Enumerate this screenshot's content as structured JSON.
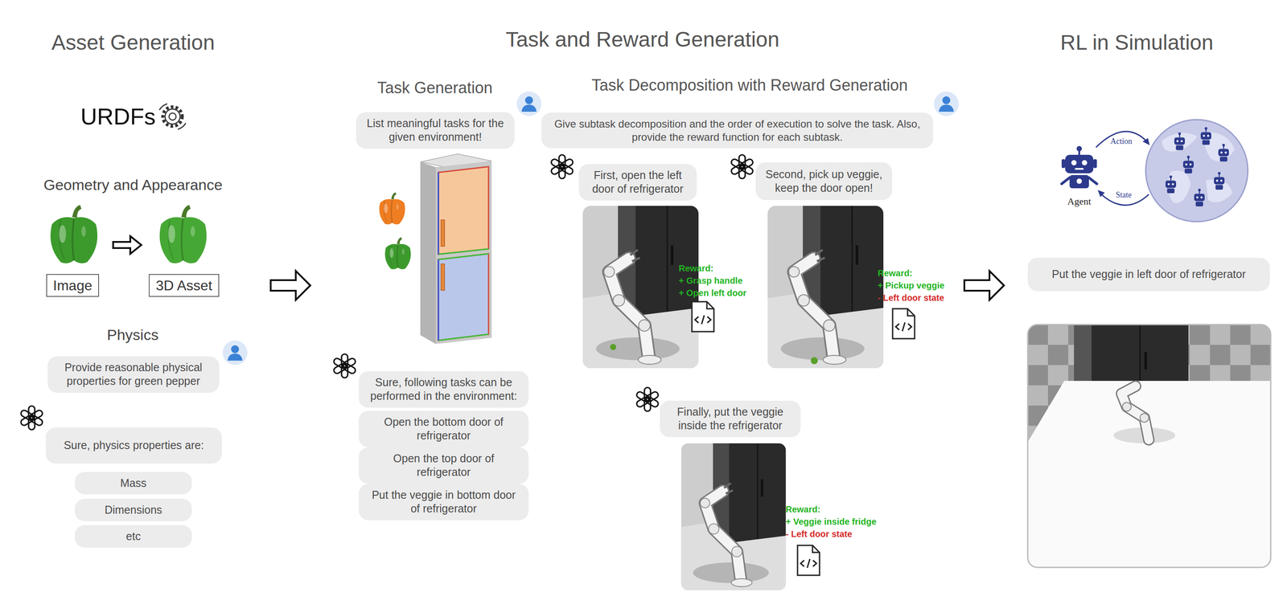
{
  "diagram": {
    "nodes": [
      {
        "text": [
          "Image"
        ]
      },
      {
        "text": [
          "3D Asset"
        ]
      },
      {
        "text": [
          "Provide reasonable physical properties for green pepper"
        ]
      },
      {
        "text": [
          "Sure, physics properties are:"
        ]
      },
      {
        "text": [
          "Mass"
        ]
      },
      {
        "text": [
          "Dimensions"
        ]
      },
      {
        "text": [
          "etc"
        ]
      },
      {
        "text": [
          "List meaningful tasks for the given environment!"
        ]
      },
      {
        "text": [
          "Sure, following tasks can be performed in the environment:"
        ]
      },
      {
        "text": [
          "Open the bottom door of refrigerator"
        ]
      },
      {
        "text": [
          "Open the top door of refrigerator"
        ]
      },
      {
        "text": [
          "Put the veggie in bottom door of refrigerator"
        ]
      },
      {
        "text": [
          "Give subtask decomposition and the order of execution to solve the task. Also, provide the reward function for each subtask."
        ]
      },
      {
        "text": [
          "First, open the left door of refrigerator"
        ]
      },
      {
        "text": [
          "Second, pick up veggie, keep the door open!"
        ]
      },
      {
        "text": [
          "Finally, put the veggie inside the refrigerator"
        ]
      },
      {
        "text": [
          "Put the veggie in left door of refrigerator"
        ]
      }
    ],
    "labels": [
      "Asset Generation",
      "URDFs",
      "Geometry and Appearance",
      "Physics",
      "Task and Reward Generation",
      "Task Generation",
      "Task Decomposition with Reward Generation",
      "Reward:",
      "+ Grasp handle",
      "+ Open left door",
      "Reward:",
      "+ Pickup veggie",
      "- Left door state",
      "Reward:",
      "+ Veggie inside fridge",
      "- Left door state",
      "RL in Simulation",
      "Action",
      "State",
      "Agent"
    ]
  }
}
